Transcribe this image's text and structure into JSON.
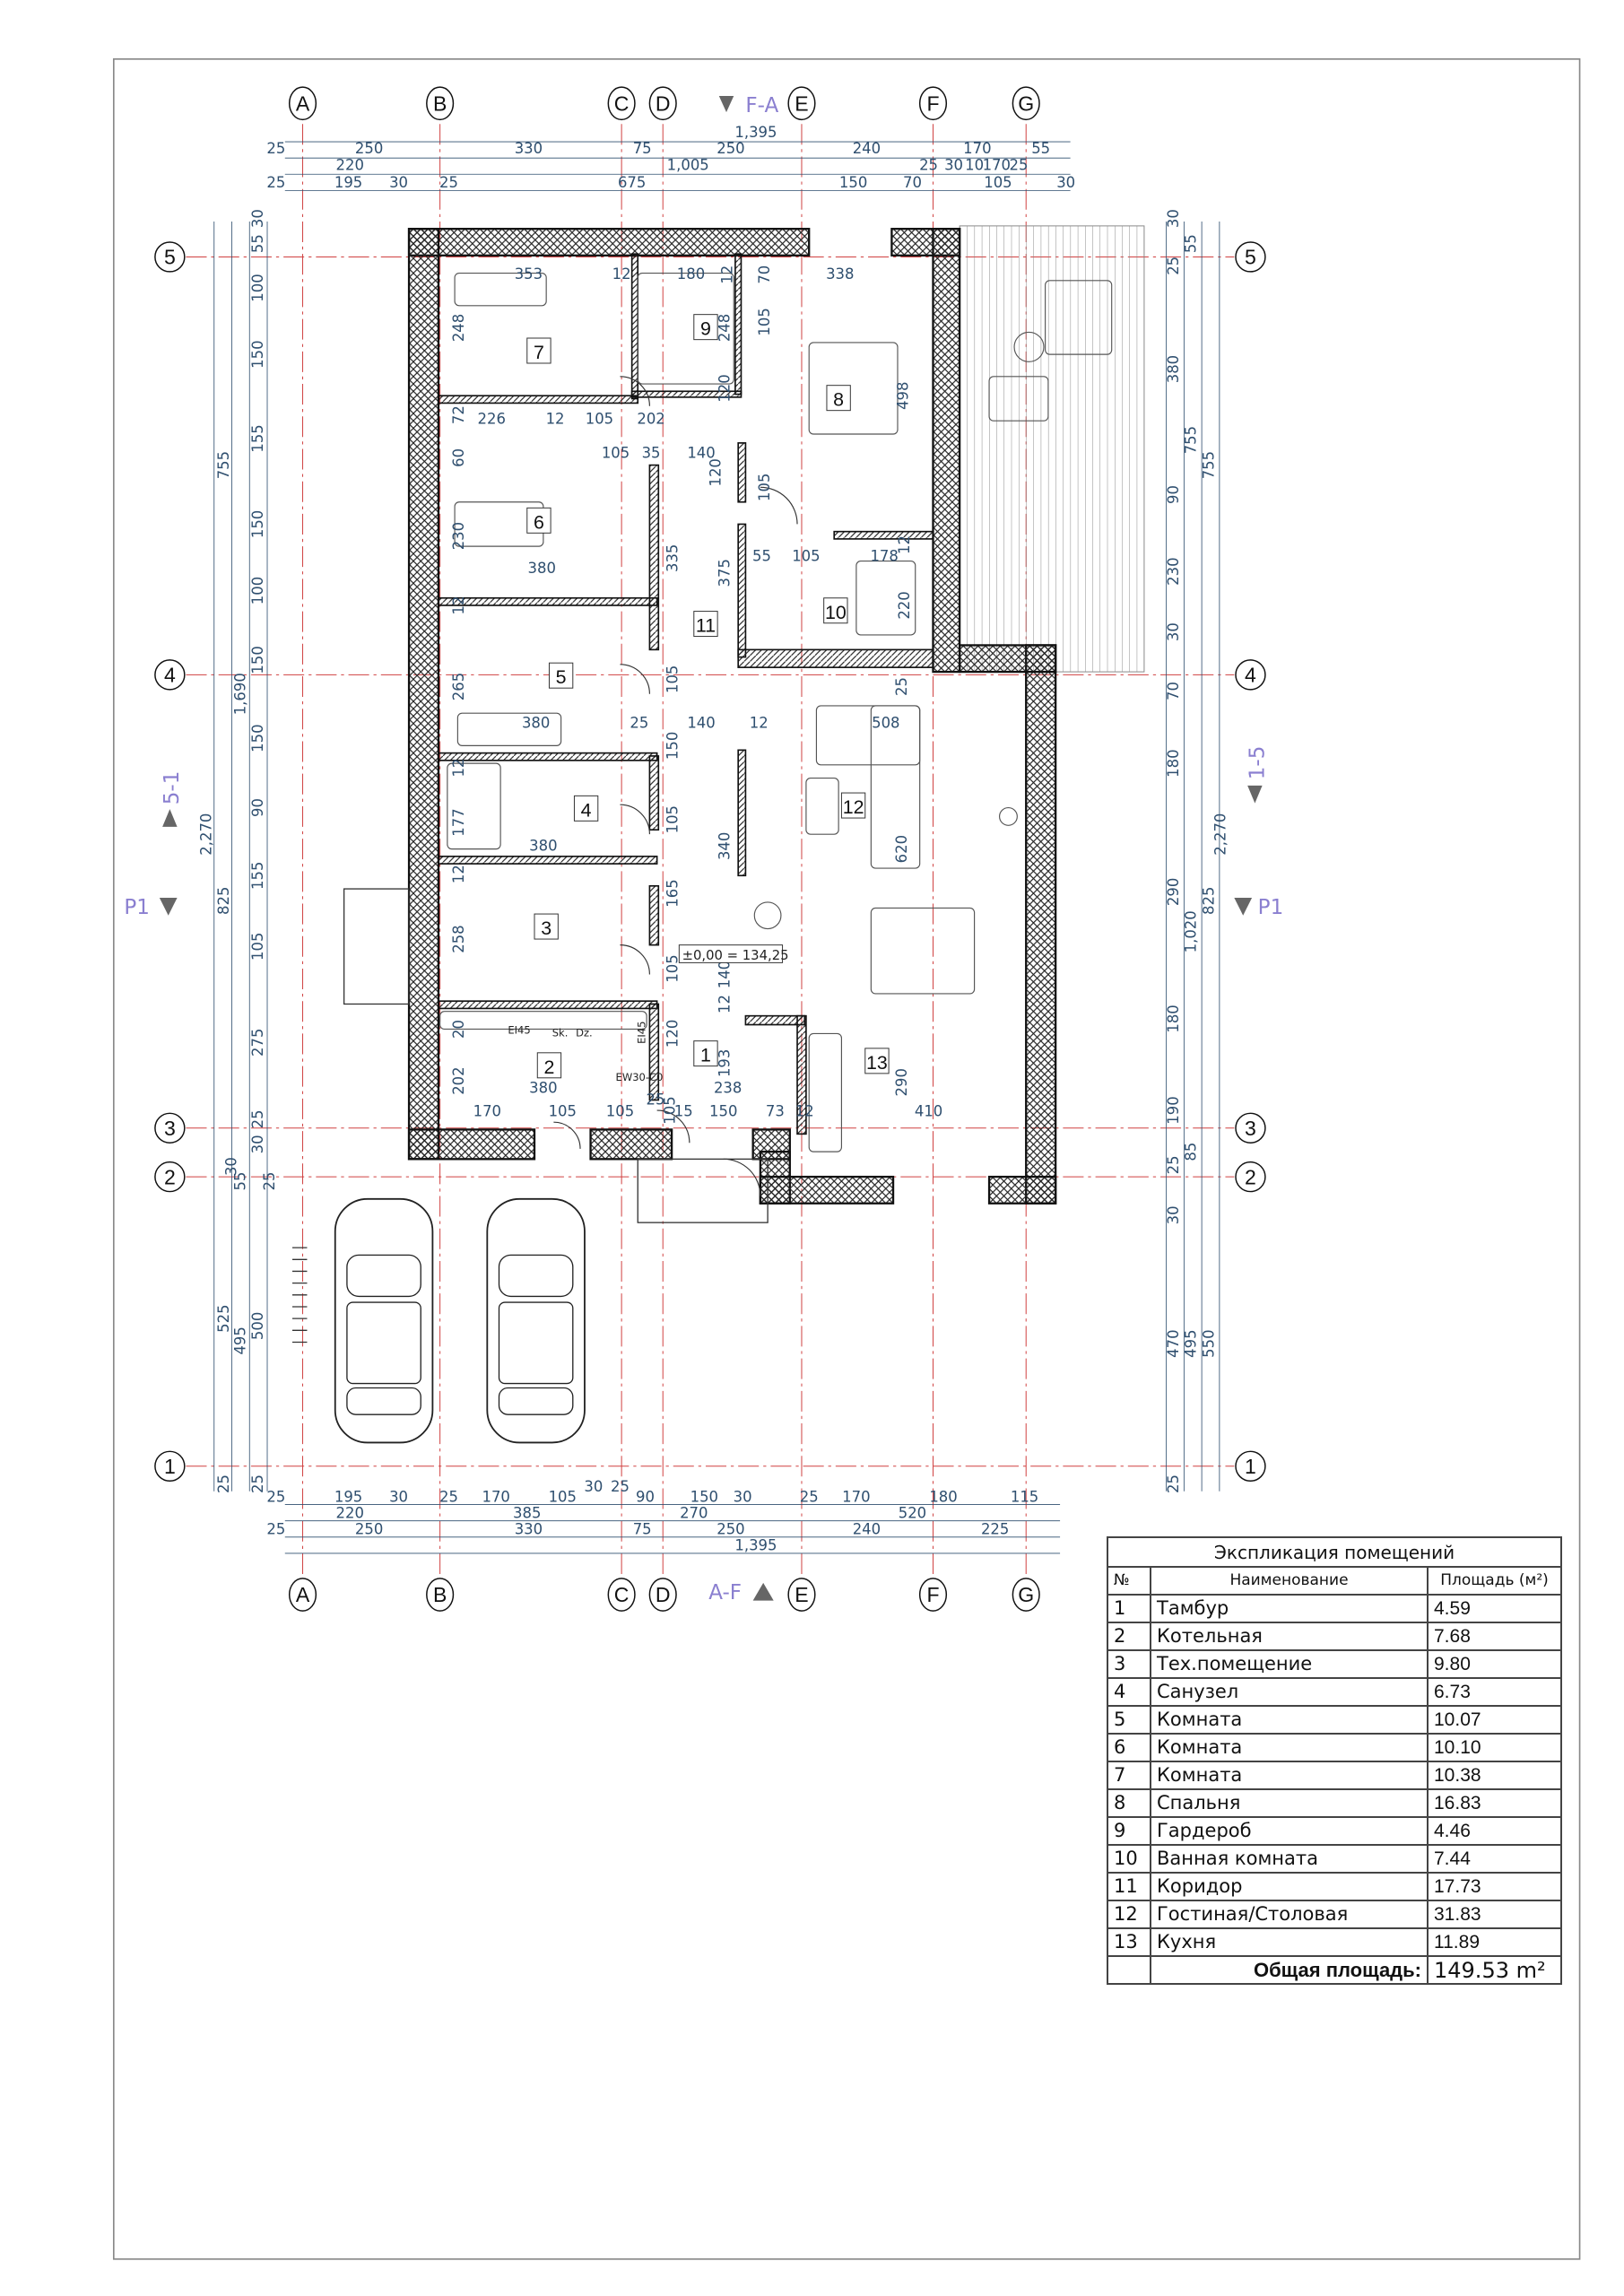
{
  "axes": {
    "columns": [
      "A",
      "B",
      "C",
      "D",
      "E",
      "F",
      "G"
    ],
    "rows": [
      "5",
      "4",
      "3",
      "2",
      "1"
    ]
  },
  "sections": {
    "top": "F-A",
    "bottom": "A-F",
    "left": "5-1",
    "right": "1-5",
    "plan_left": "P1",
    "plan_right": "P1"
  },
  "elevation_mark": "±0,00 = 134,25",
  "rooms": [
    "1",
    "2",
    "3",
    "4",
    "5",
    "6",
    "7",
    "8",
    "9",
    "10",
    "11",
    "12",
    "13"
  ],
  "fire_labels": [
    "EI45",
    "Sk.",
    "Dz.",
    "EI45",
    "EW30-C0"
  ],
  "dimensions": {
    "top": [
      "1,395",
      "25",
      "250",
      "330",
      "75",
      "250",
      "240",
      "170",
      "55",
      "220",
      "1,005",
      "25",
      "30",
      "10",
      "170",
      "25",
      "25",
      "195",
      "30",
      "25",
      "675",
      "150",
      "70",
      "105",
      "30"
    ],
    "bottom": [
      "25",
      "195",
      "30",
      "25",
      "170",
      "105",
      "30",
      "25",
      "90",
      "150",
      "30",
      "25",
      "170",
      "180",
      "115",
      "220",
      "385",
      "270",
      "520",
      "25",
      "250",
      "330",
      "75",
      "250",
      "240",
      "225",
      "1,395"
    ],
    "left": [
      "755",
      "825",
      "525",
      "25",
      "2,270",
      "1,690",
      "55",
      "30",
      "495",
      "30",
      "55",
      "100",
      "150",
      "155",
      "150",
      "100",
      "150",
      "150",
      "90",
      "155",
      "105",
      "275",
      "25",
      "30",
      "25",
      "500",
      "25"
    ],
    "right": [
      "30",
      "25",
      "380",
      "90",
      "230",
      "30",
      "70",
      "180",
      "290",
      "180",
      "190",
      "25",
      "30",
      "470",
      "25",
      "55",
      "755",
      "1,020",
      "85",
      "495",
      "755",
      "825",
      "2,270",
      "550"
    ],
    "interior": [
      "353",
      "12",
      "180",
      "12",
      "70",
      "338",
      "248",
      "248",
      "105",
      "498",
      "226",
      "12",
      "105",
      "202",
      "120",
      "72",
      "60",
      "105",
      "35",
      "140",
      "120",
      "105",
      "230",
      "380",
      "335",
      "375",
      "55",
      "105",
      "178",
      "12",
      "220",
      "12",
      "265",
      "105",
      "380",
      "25",
      "140",
      "12",
      "508",
      "150",
      "12",
      "177",
      "105",
      "340",
      "620",
      "380",
      "12",
      "165",
      "258",
      "105",
      "140",
      "12",
      "120",
      "20",
      "202",
      "193",
      "290",
      "380",
      "238",
      "170",
      "105",
      "105",
      "25",
      "105",
      "15",
      "150",
      "73",
      "12",
      "410",
      "25"
    ]
  },
  "legend": {
    "title": "Экспликация помещений",
    "headers": [
      "№",
      "Наименование",
      "Площадь (м²)"
    ],
    "rows": [
      {
        "no": "1",
        "name": "Тамбур",
        "area": "4.59"
      },
      {
        "no": "2",
        "name": "Котельная",
        "area": "7.68"
      },
      {
        "no": "3",
        "name": "Тех.помещение",
        "area": "9.80"
      },
      {
        "no": "4",
        "name": "Санузел",
        "area": "6.73"
      },
      {
        "no": "5",
        "name": "Комната",
        "area": "10.07"
      },
      {
        "no": "6",
        "name": "Комната",
        "area": "10.10"
      },
      {
        "no": "7",
        "name": "Комната",
        "area": "10.38"
      },
      {
        "no": "8",
        "name": "Спальня",
        "area": "16.83"
      },
      {
        "no": "9",
        "name": "Гардероб",
        "area": "4.46"
      },
      {
        "no": "10",
        "name": "Ванная комната",
        "area": "7.44"
      },
      {
        "no": "11",
        "name": "Коридор",
        "area": "17.73"
      },
      {
        "no": "12",
        "name": "Гостиная/Столовая",
        "area": "31.83"
      },
      {
        "no": "13",
        "name": "Кухня",
        "area": "11.89"
      }
    ],
    "total_label": "Общая площадь:",
    "total_value": "149.53 m²"
  },
  "colors": {
    "axis_line": "#d04040",
    "dimension": "#2f4f6f",
    "wall": "#111111",
    "section_mark": "#8a7fd0"
  }
}
